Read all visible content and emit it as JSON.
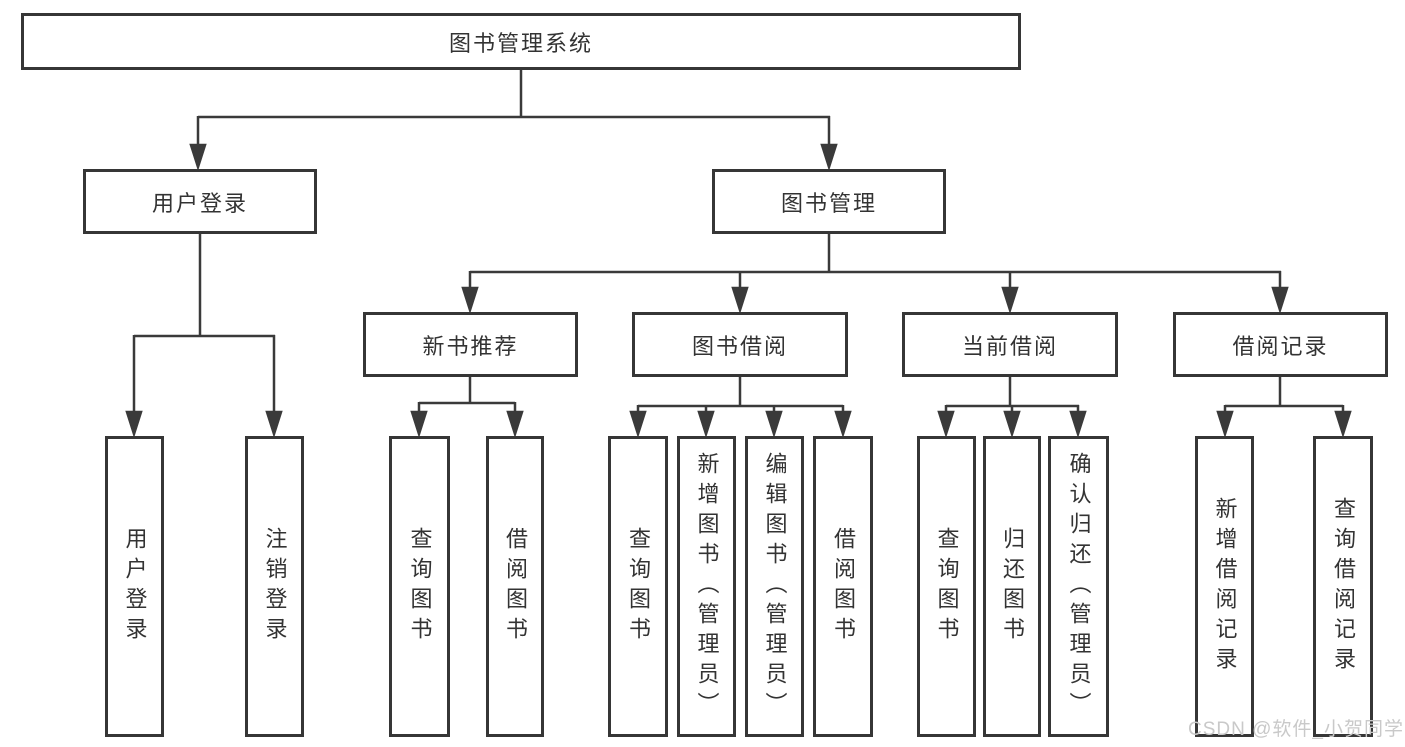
{
  "org_chart": {
    "root": {
      "label": "图书管理系统"
    },
    "branches": [
      {
        "label": "用户登录",
        "children": [
          {
            "label": "用户登录"
          },
          {
            "label": "注销登录"
          }
        ]
      },
      {
        "label": "图书管理",
        "children": [
          {
            "label": "新书推荐",
            "children": [
              {
                "label": "查询图书"
              },
              {
                "label": "借阅图书"
              }
            ]
          },
          {
            "label": "图书借阅",
            "children": [
              {
                "label": "查询图书"
              },
              {
                "label": "新增图书（管理员）"
              },
              {
                "label": "编辑图书（管理员）"
              },
              {
                "label": "借阅图书"
              }
            ]
          },
          {
            "label": "当前借阅",
            "children": [
              {
                "label": "查询图书"
              },
              {
                "label": "归还图书"
              },
              {
                "label": "确认归还（管理员）"
              }
            ]
          },
          {
            "label": "借阅记录",
            "children": [
              {
                "label": "新增借阅记录"
              },
              {
                "label": "查询借阅记录"
              }
            ]
          }
        ]
      }
    ]
  },
  "watermark": {
    "text": "CSDN @软件_小贺同学"
  },
  "colors": {
    "line": "#3a3a3a",
    "box_border": "#363636",
    "text": "#333333",
    "watermark": "#c9c9c9",
    "background": "#ffffff"
  }
}
